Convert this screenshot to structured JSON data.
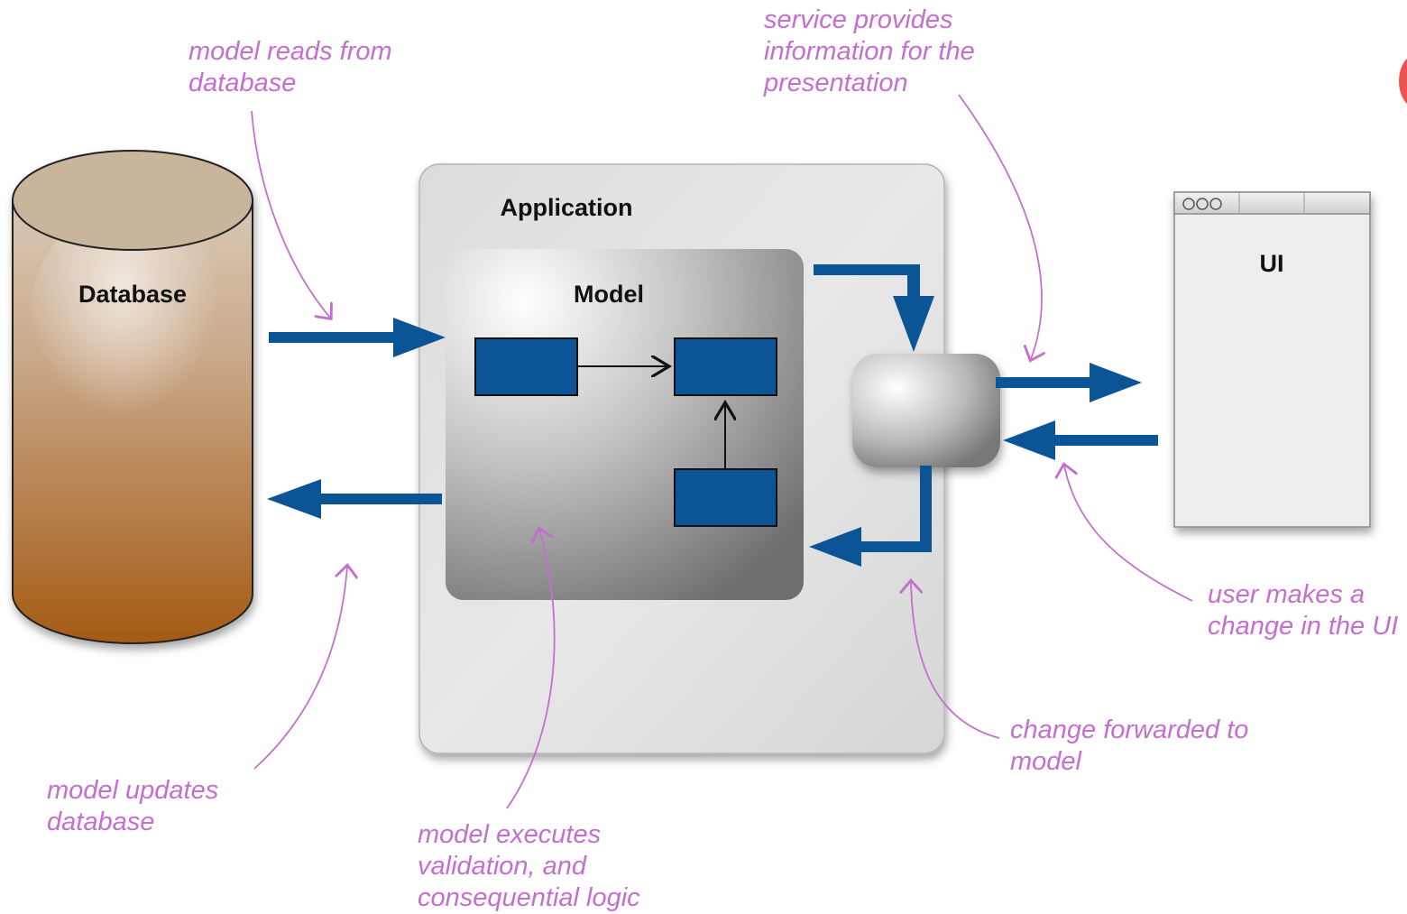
{
  "labels": {
    "database": "Database",
    "application": "Application",
    "model": "Model",
    "ui": "UI"
  },
  "annotations": {
    "model_reads": "model reads from\ndatabase",
    "service_provides": "service provides\ninformation for the\npresentation",
    "user_change": "user makes a\nchange in the UI",
    "change_forwarded": "change forwarded to\nmodel",
    "model_updates": "model updates\ndatabase",
    "model_executes": "model executes\nvalidation, and\nconsequential logic"
  },
  "colors": {
    "arrow": "#0b5596",
    "annotation": "#c46fcf",
    "box_fill": "#0b5596",
    "db_top": "#c9b49c",
    "db_bottom": "#a55a14",
    "accent_dot": "#ef5350"
  }
}
